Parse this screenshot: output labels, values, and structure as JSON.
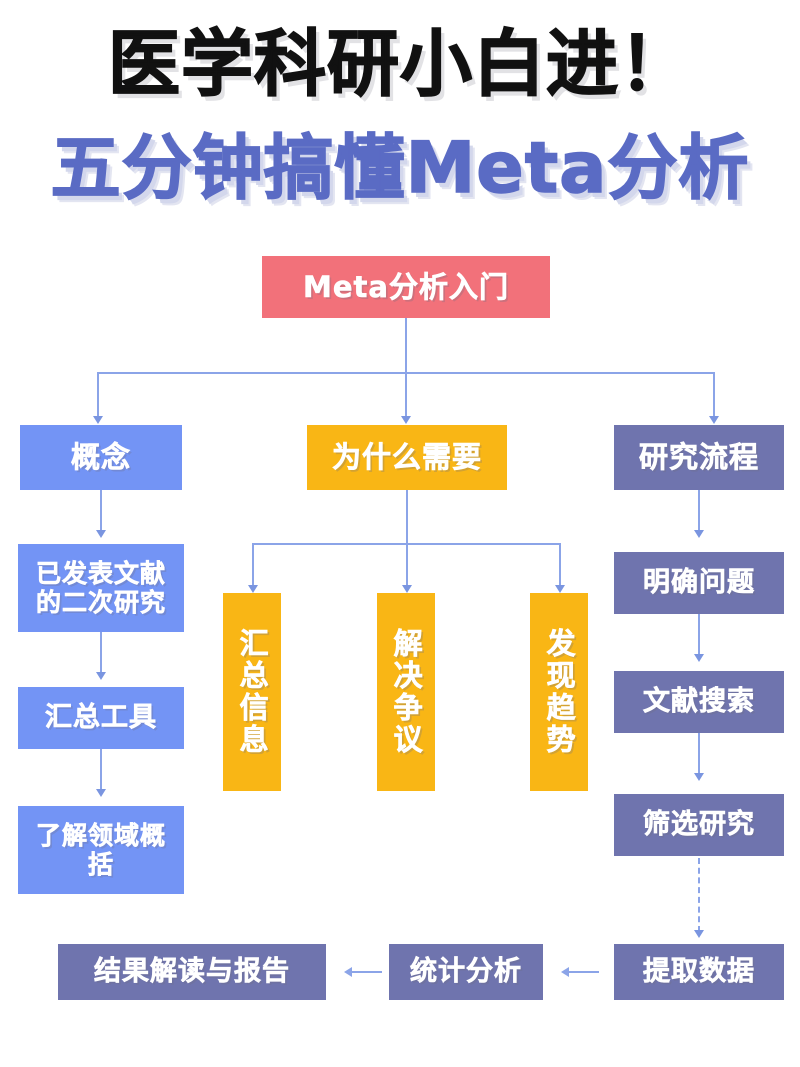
{
  "header": {
    "line1": "医学科研小白进！",
    "line2": "五分钟搞懂Meta分析"
  },
  "colors": {
    "coral": "#F2717A",
    "blue": "#7394F5",
    "yellow": "#F9B615",
    "purple": "#6F74AE",
    "connector": "#8BA4E8",
    "title_dark": "#111111",
    "title_indigo": "#5A6BC4",
    "background": "#FFFFFF"
  },
  "flowchart": {
    "root": {
      "label": "Meta分析入门",
      "color": "coral"
    },
    "branches": [
      {
        "label": "概念",
        "color": "blue",
        "children": [
          {
            "label": "已发表文献的二次研究",
            "color": "blue"
          },
          {
            "label": "汇总工具",
            "color": "blue"
          },
          {
            "label": "了解领域概括",
            "color": "blue"
          }
        ]
      },
      {
        "label": "为什么需要",
        "color": "yellow",
        "children": [
          {
            "label": "汇总信息",
            "color": "yellow",
            "orientation": "vertical"
          },
          {
            "label": "解决争议",
            "color": "yellow",
            "orientation": "vertical"
          },
          {
            "label": "发现趋势",
            "color": "yellow",
            "orientation": "vertical"
          }
        ]
      },
      {
        "label": "研究流程",
        "color": "purple",
        "children": [
          {
            "label": "明确问题",
            "color": "purple"
          },
          {
            "label": "文献搜索",
            "color": "purple"
          },
          {
            "label": "筛选研究",
            "color": "purple"
          }
        ]
      }
    ],
    "bottom_row": [
      {
        "label": "结果解读与报告",
        "color": "purple"
      },
      {
        "label": "统计分析",
        "color": "purple"
      },
      {
        "label": "提取数据",
        "color": "purple"
      }
    ]
  }
}
